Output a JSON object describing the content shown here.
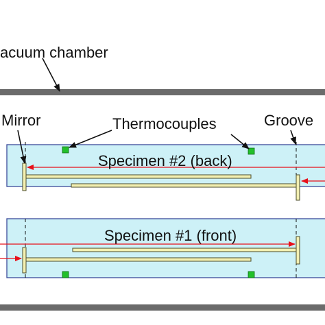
{
  "labels": {
    "chamber": "acuum chamber",
    "mirror": "Mirror",
    "thermocouples": "Thermocouples",
    "groove": "Groove",
    "specimen_back": "Specimen #2 (back)",
    "specimen_front": "Specimen #1 (front)"
  },
  "colors": {
    "wall": "#6b6b6b",
    "plate_fill": "#cdf1f7",
    "plate_stroke": "#3a4a9a",
    "specimen_fill": "#f3f0b2",
    "specimen_stroke": "#4a4a2a",
    "thermocouple": "#22c02a",
    "laser": "#e8101a",
    "leader": "#111111"
  }
}
